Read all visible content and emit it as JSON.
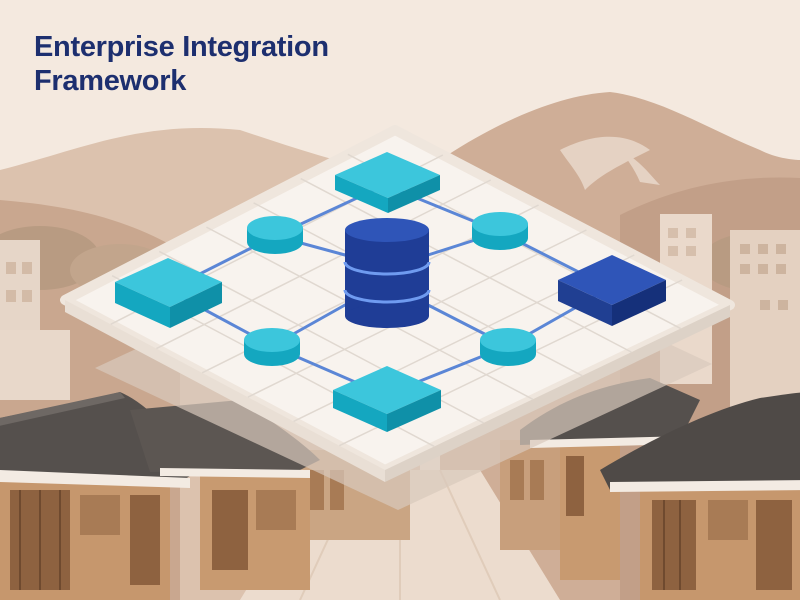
{
  "header": {
    "title_line_1": "Enterprise Integration",
    "title_line_2": "Framework"
  },
  "colors": {
    "background": "#f4e9df",
    "title": "#1d2f6f",
    "platform": "#f8f3ee",
    "grid_line": "#e0d8d0",
    "connector": "#5b86d6",
    "teal_node": "#1fb5cf",
    "navy_node": "#1f3d96",
    "mountain": "#c9a78f",
    "roof": "#55504d",
    "wood": "#a87b55"
  },
  "diagram": {
    "center": {
      "shape": "database-cylinder",
      "color": "navy"
    },
    "nodes": [
      {
        "id": "top",
        "shape": "cube",
        "color": "teal"
      },
      {
        "id": "left",
        "shape": "cube",
        "color": "teal"
      },
      {
        "id": "bottom",
        "shape": "cube",
        "color": "teal"
      },
      {
        "id": "right",
        "shape": "cube",
        "color": "navy"
      },
      {
        "id": "upper-left",
        "shape": "disc",
        "color": "teal"
      },
      {
        "id": "upper-right",
        "shape": "disc",
        "color": "teal"
      },
      {
        "id": "lower-left",
        "shape": "disc",
        "color": "teal"
      },
      {
        "id": "lower-right",
        "shape": "disc",
        "color": "teal"
      }
    ]
  }
}
